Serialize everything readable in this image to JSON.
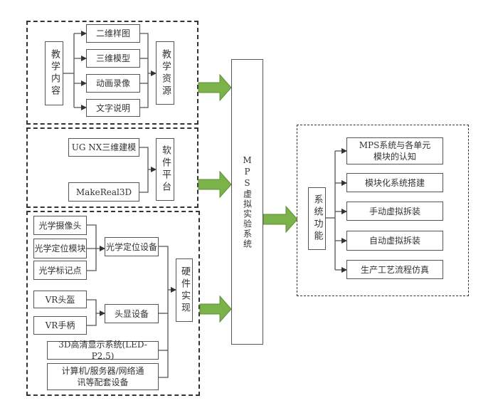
{
  "diagram": {
    "title_center": "MPS虚拟实验系统",
    "group_teaching": {
      "source": "教学内容",
      "items": [
        "二维样图",
        "三维模型",
        "动画录像",
        "文字说明"
      ],
      "target": "教学资源"
    },
    "group_software": {
      "items": [
        "UG NX三维建模",
        "MakeReal3D"
      ],
      "target": "软件平台"
    },
    "group_hardware": {
      "optical_items": [
        "光学摄像头",
        "光学定位模块",
        "光学标记点"
      ],
      "optical_target": "光学定位设备",
      "vr_items": [
        "VR头盔",
        "VR手柄"
      ],
      "vr_target": "头显设备",
      "display": "3D高清显示系统(LED-P2.5)",
      "computer": "计算机/服务器/网络通讯等配套设备",
      "target": "硬件实现"
    },
    "group_functions": {
      "source": "系统功能",
      "items": [
        "MPS系统与各单元模块的认知",
        "模块化系统搭建",
        "手动虚拟拆装",
        "自动虚拟拆装",
        "生产工艺流程仿真"
      ]
    },
    "colors": {
      "arrow_fill": "#7bb24a",
      "arrow_stroke": "#5e8f37",
      "line": "#555555",
      "dash": "#333333"
    }
  }
}
